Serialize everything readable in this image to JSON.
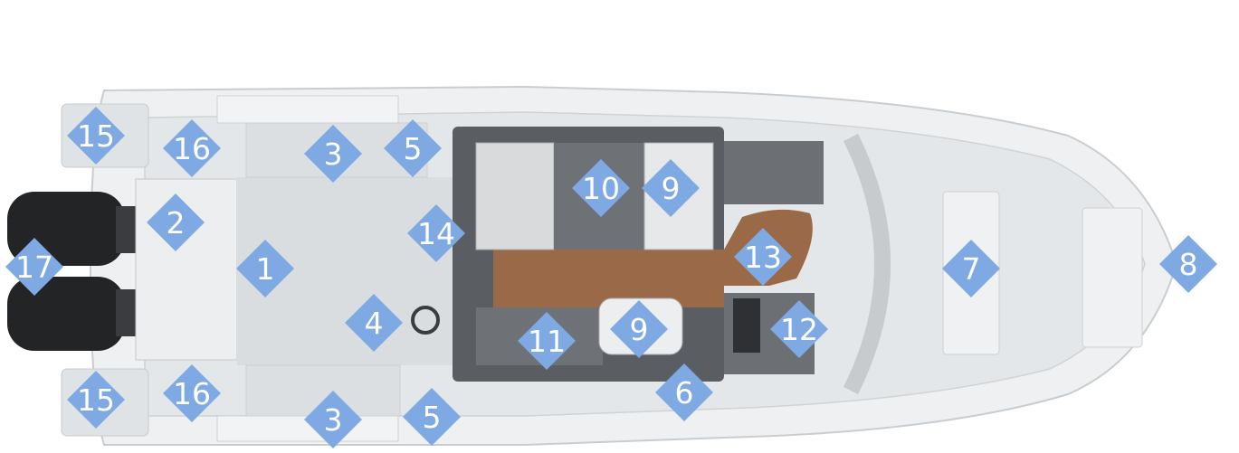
{
  "diagram": {
    "accent_color": "#7ea9e3",
    "hull_color": "#e9ebec",
    "deck_color": "#dcdfe1",
    "teak_color": "#9a6a48",
    "markers": [
      {
        "id": "m15a",
        "label": "15"
      },
      {
        "id": "m16a",
        "label": "16"
      },
      {
        "id": "m3a",
        "label": "3"
      },
      {
        "id": "m5a",
        "label": "5"
      },
      {
        "id": "m10",
        "label": "10"
      },
      {
        "id": "m9a",
        "label": "9"
      },
      {
        "id": "m2",
        "label": "2"
      },
      {
        "id": "m14",
        "label": "14"
      },
      {
        "id": "m13",
        "label": "13"
      },
      {
        "id": "m7",
        "label": "7"
      },
      {
        "id": "m8",
        "label": "8"
      },
      {
        "id": "m17",
        "label": "17"
      },
      {
        "id": "m1",
        "label": "1"
      },
      {
        "id": "m4",
        "label": "4"
      },
      {
        "id": "m11",
        "label": "11"
      },
      {
        "id": "m9b",
        "label": "9"
      },
      {
        "id": "m12",
        "label": "12"
      },
      {
        "id": "m6",
        "label": "6"
      },
      {
        "id": "m15b",
        "label": "15"
      },
      {
        "id": "m16b",
        "label": "16"
      },
      {
        "id": "m3b",
        "label": "3"
      },
      {
        "id": "m5b",
        "label": "5"
      }
    ]
  }
}
